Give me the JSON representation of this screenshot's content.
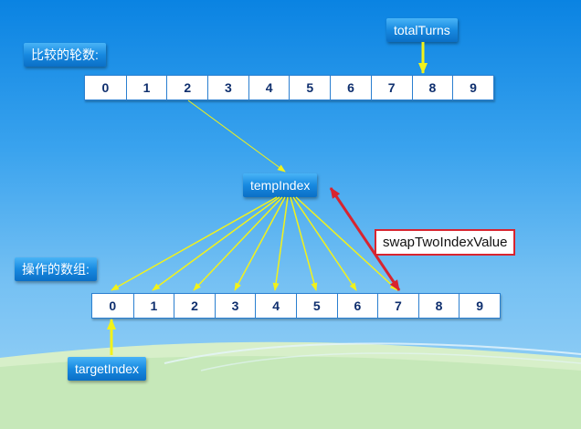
{
  "labels": {
    "compare_rounds": "比较的轮数:",
    "total_turns": "totalTurns",
    "temp_index": "tempIndex",
    "operate_array": "操作的数组:",
    "swap": "swapTwoIndexValue",
    "target_index": "targetIndex"
  },
  "top_row": [
    "0",
    "1",
    "2",
    "3",
    "4",
    "5",
    "6",
    "7",
    "8",
    "9"
  ],
  "bottom_row": [
    "0",
    "1",
    "2",
    "3",
    "4",
    "5",
    "6",
    "7",
    "8",
    "9"
  ],
  "colors": {
    "yellow_arrow": "#f2f21a",
    "red_arrow": "#d8242f",
    "border": "#2a7fd0"
  }
}
